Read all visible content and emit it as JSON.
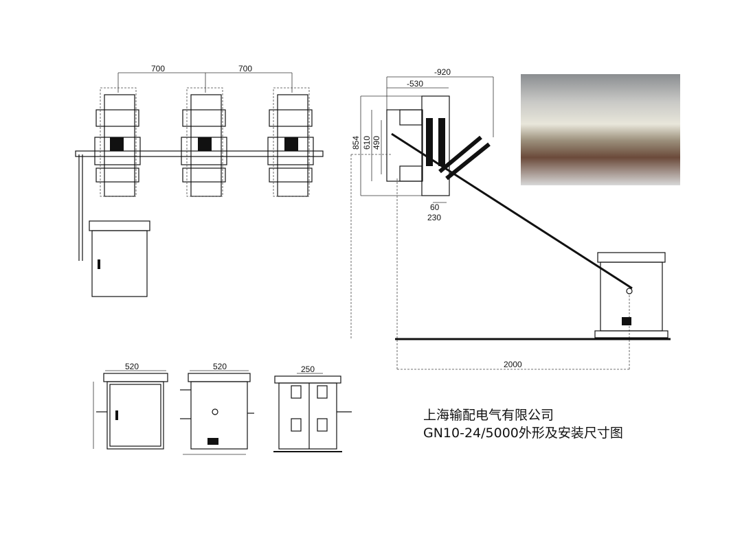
{
  "company": "上海输配电气有限公司",
  "drawing_title": "GN10-24/5000外形及安装尺寸图",
  "front_view": {
    "spacing_left": "700",
    "spacing_right": "700"
  },
  "side_view": {
    "width_920": "-920",
    "width_530": "-530",
    "height_854": "854",
    "height_610": "610",
    "height_490": "490",
    "width_60": "60",
    "width_230": "230",
    "distance_2000": "2000"
  },
  "cabinet_views": {
    "front_width": "520",
    "side_width": "520",
    "inner_width": "250"
  },
  "photo": {
    "alt": "product-photo"
  }
}
